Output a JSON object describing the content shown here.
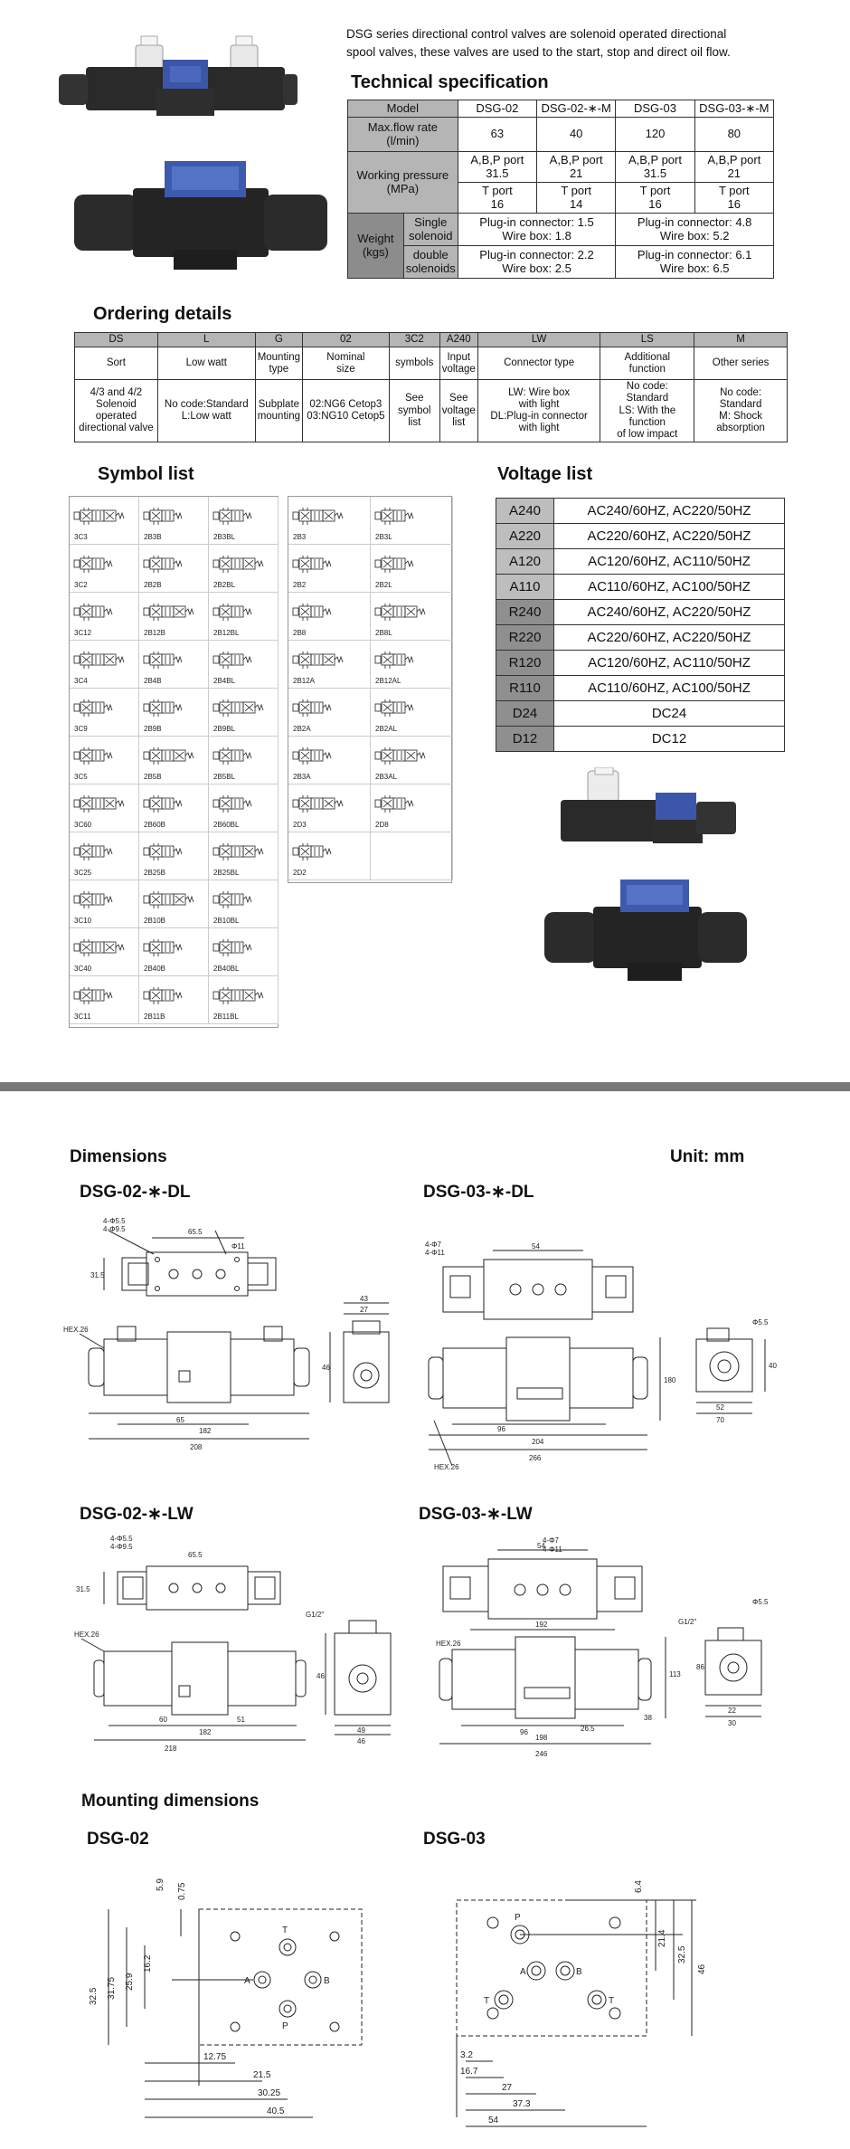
{
  "intro": {
    "line1": "DSG series directional control valves are solenoid operated directional",
    "line2": "spool valves, these valves are used to the start, stop and direct oil flow."
  },
  "tech": {
    "title": "Technical specification",
    "headers": [
      "Model",
      "DSG-02",
      "DSG-02-∗-M",
      "DSG-03",
      "DSG-03-∗-M"
    ],
    "flow_label_1": "Max.flow rate",
    "flow_label_2": "(l/min)",
    "flow": [
      "63",
      "40",
      "120",
      "80"
    ],
    "pressure_label_1": "Working pressure",
    "pressure_label_2": "(MPa)",
    "abp_label": "A,B,P port",
    "abp": [
      "31.5",
      "21",
      "31.5",
      "21"
    ],
    "t_label": "T port",
    "t": [
      "16",
      "14",
      "16",
      "16"
    ],
    "weight_label_1": "Weight",
    "weight_label_2": "(kgs)",
    "single_1": "Single",
    "single_2": "solenoid",
    "double_1": "double",
    "double_2": "solenoids",
    "single_02_1": "Plug-in connector: 1.5",
    "single_02_2": "Wire box: 1.8",
    "single_03_1": "Plug-in connector: 4.8",
    "single_03_2": "Wire box: 5.2",
    "double_02_1": "Plug-in connector: 2.2",
    "double_02_2": "Wire box: 2.5",
    "double_03_1": "Plug-in connector: 6.1",
    "double_03_2": "Wire box: 6.5"
  },
  "ordering": {
    "title": "Ordering details",
    "codes": [
      "DS",
      "L",
      "G",
      "02",
      "3C2",
      "A240",
      "LW",
      "LS",
      "M"
    ],
    "names": [
      [
        "Sort"
      ],
      [
        "Low watt"
      ],
      [
        "Mounting",
        "type"
      ],
      [
        "Nominal",
        "size"
      ],
      [
        "symbols"
      ],
      [
        "Input",
        "voltage"
      ],
      [
        "Connector type"
      ],
      [
        "Additional",
        "function"
      ],
      [
        "Other series"
      ]
    ],
    "details": [
      [
        "4/3 and 4/2",
        "Solenoid",
        "operated",
        "directional valve"
      ],
      [
        "No code:Standard",
        "L:Low watt"
      ],
      [
        "Subplate",
        "mounting"
      ],
      [
        "02:NG6 Cetop3",
        "03:NG10 Cetop5"
      ],
      [
        "See",
        "symbol",
        "list"
      ],
      [
        "See",
        "voltage",
        "list"
      ],
      [
        "LW: Wire box",
        "with light",
        "DL:Plug-in connector",
        "with light"
      ],
      [
        "No code:",
        "Standard",
        "LS: With the",
        "function",
        "of low impact"
      ],
      [
        "No code:",
        "Standard",
        "M: Shock",
        "absorption"
      ]
    ]
  },
  "symbols": {
    "title": "Symbol list",
    "left": [
      [
        "3C3",
        "2B3B",
        "2B3BL"
      ],
      [
        "3C2",
        "2B2B",
        "2B2BL"
      ],
      [
        "3C12",
        "2B12B",
        "2B12BL"
      ],
      [
        "3C4",
        "2B4B",
        "2B4BL"
      ],
      [
        "3C9",
        "2B9B",
        "2B9BL"
      ],
      [
        "3C5",
        "2B5B",
        "2B5BL"
      ],
      [
        "3C60",
        "2B60B",
        "2B60BL"
      ],
      [
        "3C25",
        "2B25B",
        "2B25BL"
      ],
      [
        "3C10",
        "2B10B",
        "2B10BL"
      ],
      [
        "3C40",
        "2B40B",
        "2B40BL"
      ],
      [
        "3C11",
        "2B11B",
        "2B11BL"
      ]
    ],
    "right": [
      [
        "2B3",
        "2B3L"
      ],
      [
        "2B2",
        "2B2L"
      ],
      [
        "2B8",
        "2B8L"
      ],
      [
        "2B12A",
        "2B12AL"
      ],
      [
        "2B2A",
        "2B2AL"
      ],
      [
        "2B3A",
        "2B3AL"
      ],
      [
        "2D3",
        "2D8"
      ],
      [
        "2D2",
        ""
      ]
    ]
  },
  "voltage": {
    "title": "Voltage list",
    "rows": [
      {
        "code": "A240",
        "value": "AC240/60HZ, AC220/50HZ"
      },
      {
        "code": "A220",
        "value": "AC220/60HZ, AC220/50HZ"
      },
      {
        "code": "A120",
        "value": "AC120/60HZ, AC110/50HZ"
      },
      {
        "code": "A110",
        "value": "AC110/60HZ, AC100/50HZ"
      },
      {
        "code": "R240",
        "value": "AC240/60HZ, AC220/50HZ"
      },
      {
        "code": "R220",
        "value": "AC220/60HZ, AC220/50HZ"
      },
      {
        "code": "R120",
        "value": "AC120/60HZ, AC110/50HZ"
      },
      {
        "code": "R110",
        "value": "AC110/60HZ, AC100/50HZ"
      },
      {
        "code": "D24",
        "value": "DC24"
      },
      {
        "code": "D12",
        "value": "DC12"
      }
    ]
  },
  "dimensions": {
    "title": "Dimensions",
    "unit": "Unit: mm",
    "dsg02dl": "DSG-02-∗-DL",
    "dsg03dl": "DSG-03-∗-DL",
    "dsg02lw": "DSG-02-∗-LW",
    "dsg03lw": "DSG-03-∗-LW",
    "d02dl": {
      "d1": "4-Φ5.5",
      "d2": "4-Φ9.5",
      "top": "65.5",
      "side": "31.5",
      "hex": "HEX.26",
      "s1": "65",
      "s2": "182",
      "s3": "208",
      "s4": "Φ11",
      "h1": "46",
      "w1": "27",
      "w2": "43"
    },
    "d03dl": {
      "d1": "4-Φ7",
      "d2": "4-Φ11",
      "top": "54",
      "hex": "HEX.26",
      "s1": "96",
      "s2": "204",
      "s3": "266",
      "h1": "180",
      "w1": "52",
      "w2": "70",
      "r": "Φ5.5",
      "side": "40"
    },
    "d02lw": {
      "d1": "4-Φ5.5",
      "d2": "4-Φ9.5",
      "top": "65.5",
      "side": "31.5",
      "hex": "HEX.26",
      "s1": "60",
      "s2": "51",
      "s3": "182",
      "s4": "218",
      "g": "G1/2\"",
      "h1": "46",
      "w1": "49",
      "w2": "46"
    },
    "d03lw": {
      "d1": "4-Φ7",
      "d2": "4-Φ11",
      "top": "54",
      "t2": "192",
      "hex": "HEX.26",
      "s1": "96",
      "s2": "198",
      "s3": "246",
      "h1": "113",
      "h2": "38",
      "h3": "26.5",
      "g": "G1/2\"",
      "w1": "22",
      "w2": "30",
      "r": "Φ5.5",
      "side": "86"
    },
    "ports": [
      "T",
      "B",
      "P",
      "A"
    ]
  },
  "mounting": {
    "title": "Mounting dimensions",
    "dsg02": "DSG-02",
    "dsg03": "DSG-03",
    "m02": {
      "v1": "5.9",
      "v2": "0.75",
      "v3": "16.2",
      "v4": "25.9",
      "v5": "31.75",
      "v6": "32.5",
      "h1": "12.75",
      "h2": "21.5",
      "h3": "30.25",
      "h4": "40.5",
      "ports": [
        "T",
        "A",
        "B",
        "P"
      ]
    },
    "m03": {
      "v1": "6.4",
      "v2": "21.4",
      "v3": "32.5",
      "v4": "46",
      "h1": "3.2",
      "h2": "16.7",
      "h3": "27",
      "h4": "37.3",
      "h5": "54",
      "ports": [
        "P",
        "A",
        "B",
        "T",
        "T"
      ]
    }
  }
}
